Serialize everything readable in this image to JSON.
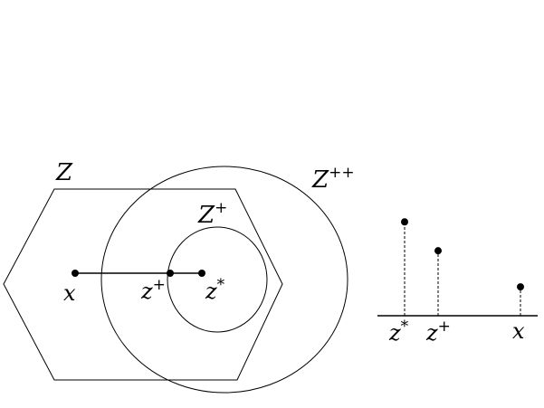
{
  "sets": {
    "Z": {
      "base": "Z",
      "sup": ""
    },
    "Z_plus": {
      "base": "Z",
      "sup": "+"
    },
    "Z_plusplus": {
      "base": "Z",
      "sup": "++"
    }
  },
  "points": {
    "x": {
      "base": "x",
      "sup": ""
    },
    "z_plus": {
      "base": "z",
      "sup": "+"
    },
    "z_star": {
      "base": "z",
      "sup": "*"
    }
  },
  "axis_labels": {
    "z_star": {
      "base": "z",
      "sup": "*"
    },
    "z_plus": {
      "base": "z",
      "sup": "+"
    },
    "x": {
      "base": "x",
      "sup": ""
    }
  },
  "stem_values": {
    "z_star": 0.78,
    "z_plus": 0.54,
    "x": 0.24
  },
  "colors": {
    "stroke": "#000000",
    "background": "#ffffff"
  }
}
